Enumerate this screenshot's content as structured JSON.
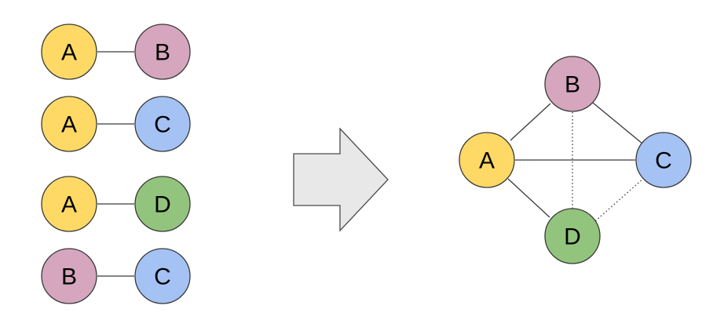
{
  "colors": {
    "A": "#ffd966",
    "B": "#d5a6bd",
    "C": "#a4c2f4",
    "D": "#93c47d",
    "arrow_fill": "#e8e8e8",
    "arrow_stroke": "#4a4a4a",
    "outline": "#3a3a3a"
  },
  "pairs": [
    {
      "left": "A",
      "right": "B"
    },
    {
      "left": "A",
      "right": "C"
    },
    {
      "left": "A",
      "right": "D"
    },
    {
      "left": "B",
      "right": "C"
    }
  ],
  "graph": {
    "nodes": [
      "A",
      "B",
      "C",
      "D"
    ],
    "edges": [
      {
        "from": "A",
        "to": "B",
        "style": "solid"
      },
      {
        "from": "A",
        "to": "C",
        "style": "solid"
      },
      {
        "from": "A",
        "to": "D",
        "style": "solid"
      },
      {
        "from": "B",
        "to": "C",
        "style": "solid"
      },
      {
        "from": "B",
        "to": "D",
        "style": "dotted"
      },
      {
        "from": "C",
        "to": "D",
        "style": "dotted"
      }
    ]
  },
  "arrow_icon": "right-arrow-icon"
}
